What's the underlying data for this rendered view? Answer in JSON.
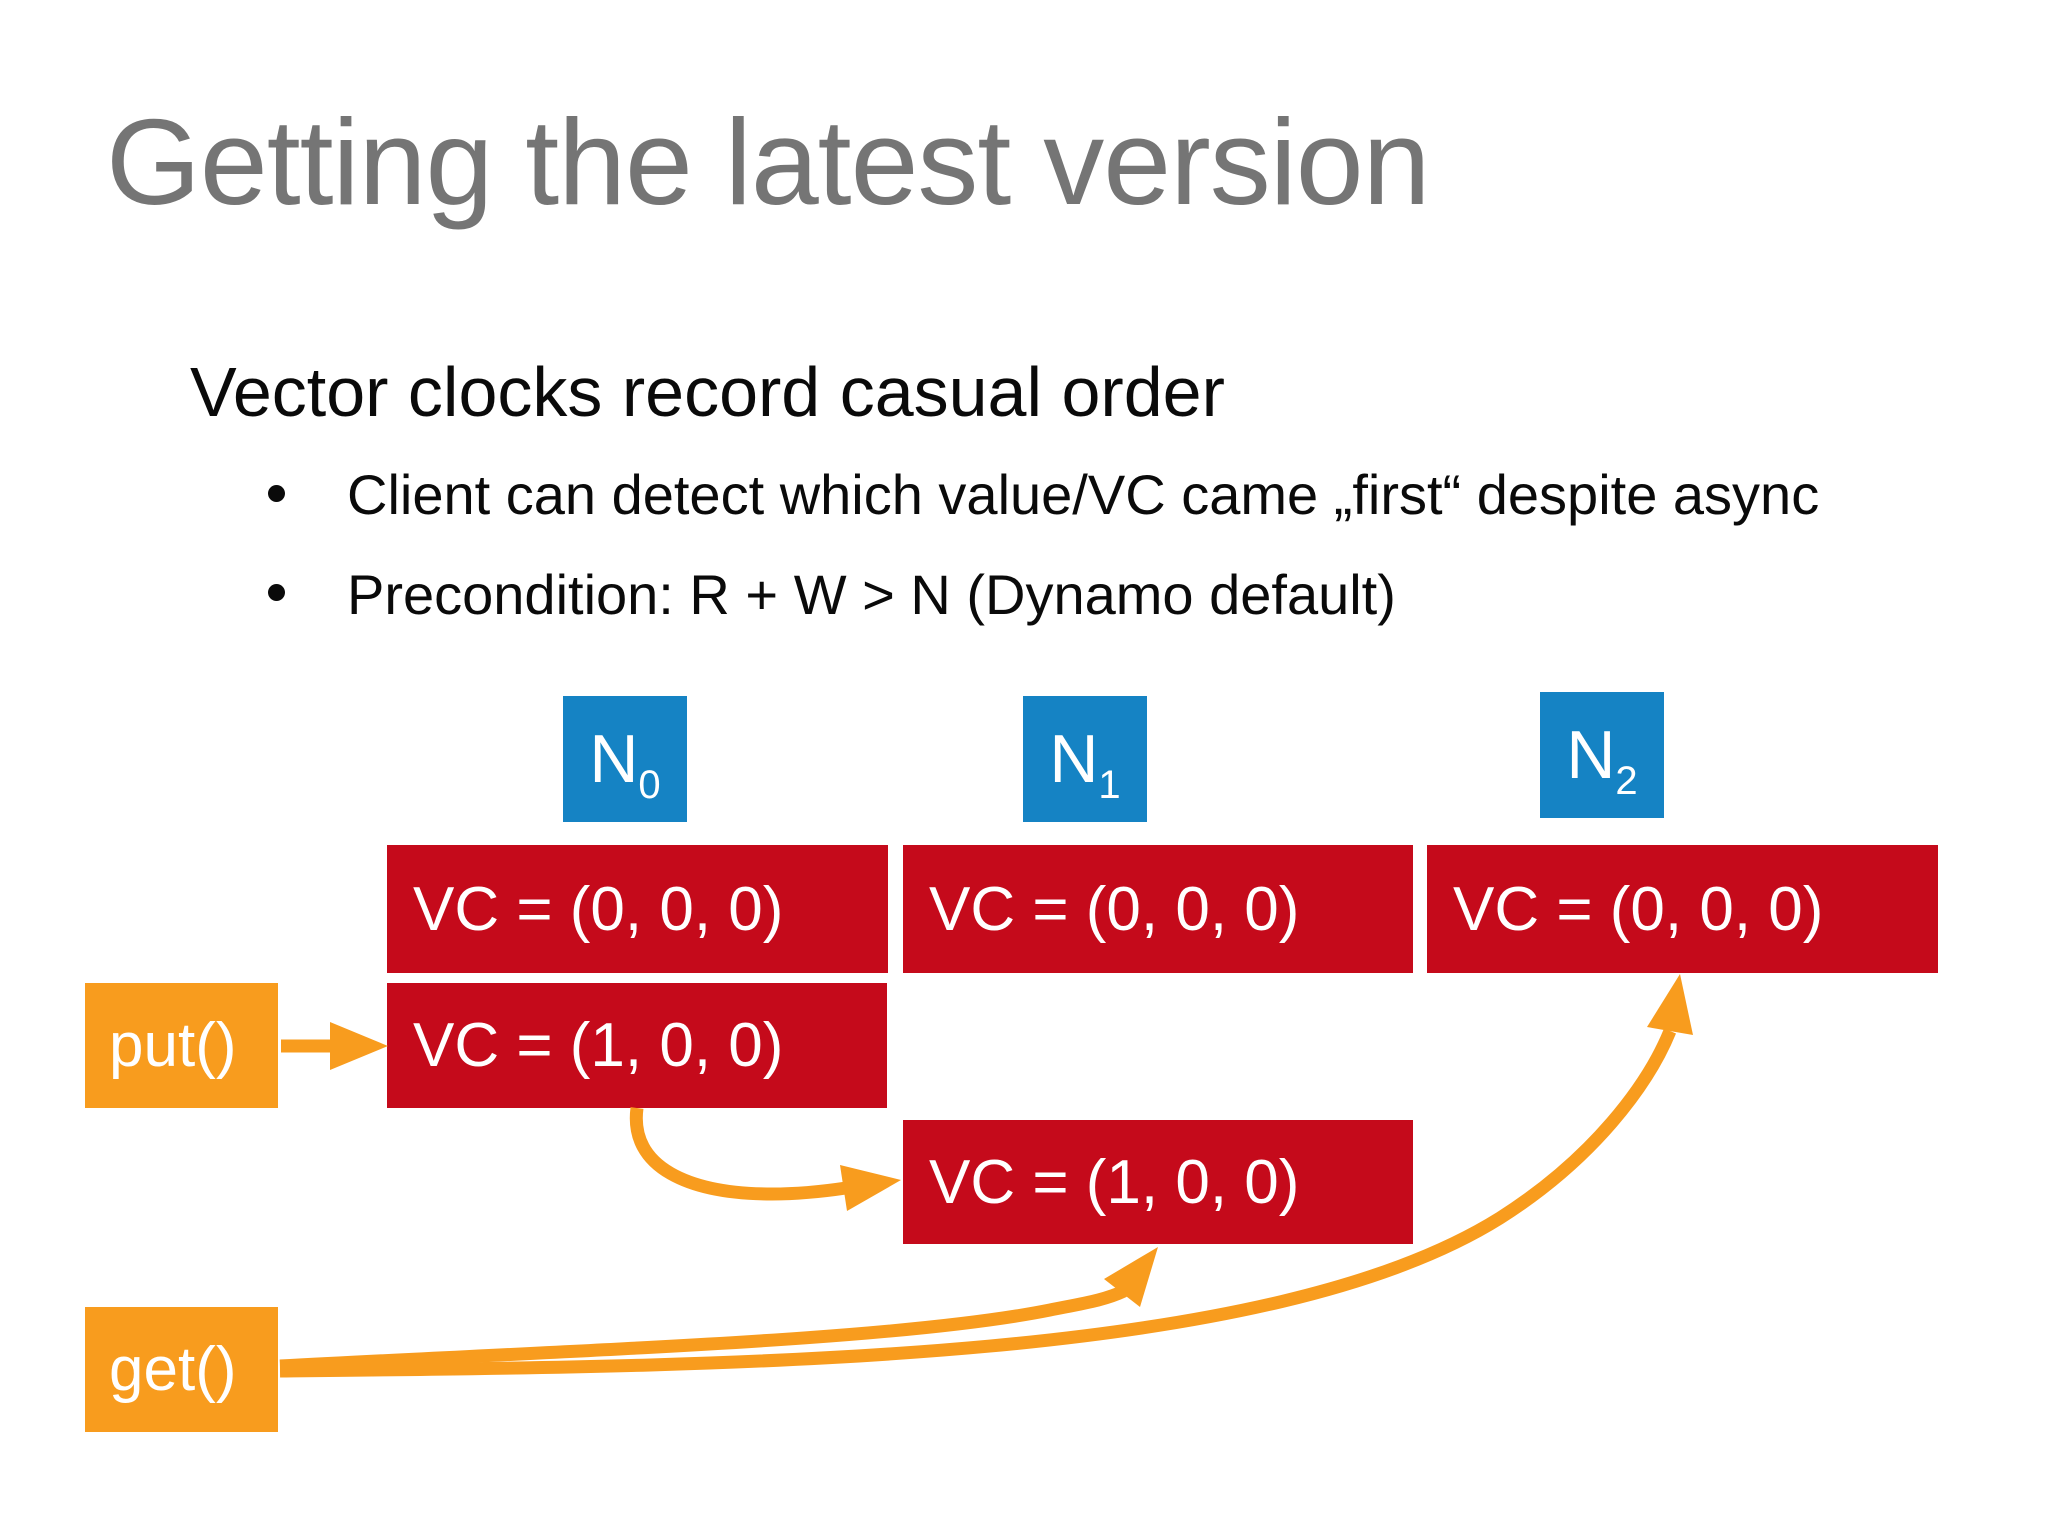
{
  "slide": {
    "title": "Getting the latest version",
    "subtitle": "Vector clocks record casual order",
    "bullets": [
      "Client can detect which value/VC came „first“ despite async",
      "Precondition: R + W > N (Dynamo default)"
    ]
  },
  "diagram": {
    "nodes": [
      {
        "name": "N",
        "sub": "0"
      },
      {
        "name": "N",
        "sub": "1"
      },
      {
        "name": "N",
        "sub": "2"
      }
    ],
    "vc_boxes": [
      {
        "node": "N0",
        "row": "initial",
        "label": "VC = (0, 0, 0)"
      },
      {
        "node": "N1",
        "row": "initial",
        "label": "VC = (0, 0, 0)"
      },
      {
        "node": "N2",
        "row": "initial",
        "label": "VC = (0, 0, 0)"
      },
      {
        "node": "N0",
        "row": "after-put",
        "label": "VC = (1, 0, 0)"
      },
      {
        "node": "N1",
        "row": "replicated",
        "label": "VC = (1, 0, 0)"
      }
    ],
    "operations": [
      {
        "label": "put()"
      },
      {
        "label": "get()"
      }
    ]
  },
  "colors": {
    "node_blue": "#1583c4",
    "vc_red": "#c50a1b",
    "accent_orange": "#f89c1e",
    "title_gray": "#757575",
    "text_black": "#0a0a0a",
    "box_text_white": "#ffffff"
  }
}
